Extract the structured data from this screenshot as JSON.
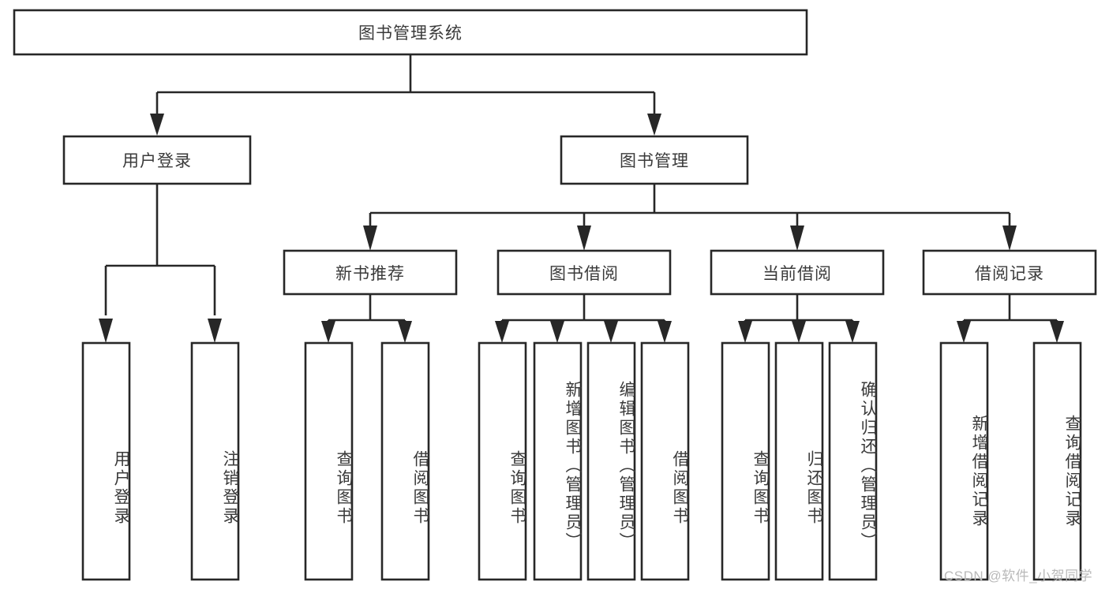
{
  "diagram": {
    "title": "图书管理系统",
    "type": "hierarchy-tree",
    "colors": {
      "stroke": "#272727",
      "box_fill": "#ffffff",
      "text": "#3a3a3a",
      "watermark": "#b9b9b9",
      "background": "#ffffff"
    },
    "root": {
      "label": "图书管理系统"
    },
    "level2": [
      {
        "label": "用户登录"
      },
      {
        "label": "图书管理"
      }
    ],
    "level3": [
      {
        "label": "新书推荐"
      },
      {
        "label": "图书借阅"
      },
      {
        "label": "当前借阅"
      },
      {
        "label": "借阅记录"
      }
    ],
    "leaves": {
      "user_login": [
        {
          "label": "用户登录"
        },
        {
          "label": "注销登录"
        }
      ],
      "new_book_recommend": [
        {
          "label": "查询图书"
        },
        {
          "label": "借阅图书"
        }
      ],
      "book_borrow": [
        {
          "label": "查询图书"
        },
        {
          "label": "新增图书（管理员）"
        },
        {
          "label": "编辑图书（管理员）"
        },
        {
          "label": "借阅图书"
        }
      ],
      "current_borrow": [
        {
          "label": "查询图书"
        },
        {
          "label": "归还图书"
        },
        {
          "label": "确认归还（管理员）"
        }
      ],
      "borrow_record": [
        {
          "label": "新增借阅记录"
        },
        {
          "label": "查询借阅记录"
        }
      ]
    }
  },
  "watermark": {
    "text": "CSDN @软件_小贺同学"
  }
}
